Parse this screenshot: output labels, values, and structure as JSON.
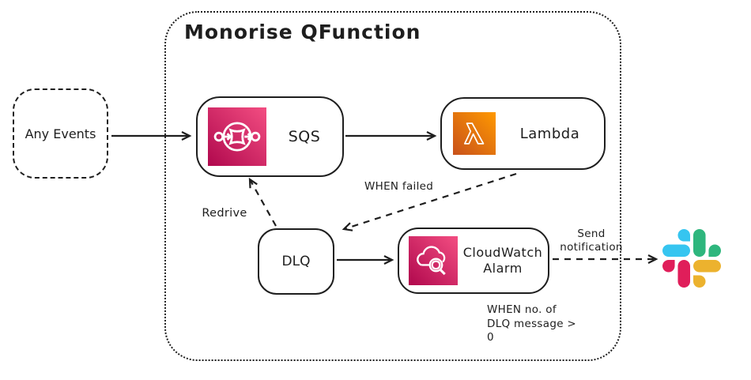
{
  "container": {
    "title": "Monorise QFunction"
  },
  "nodes": {
    "any_events": {
      "label": "Any Events"
    },
    "sqs": {
      "label": "SQS",
      "icon": "aws-sqs-icon"
    },
    "lambda": {
      "label": "Lambda",
      "icon": "aws-lambda-icon"
    },
    "dlq": {
      "label": "DLQ"
    },
    "cloudwatch": {
      "label_line1": "CloudWatch",
      "label_line2": "Alarm",
      "icon": "aws-cloudwatch-alarm-icon"
    },
    "slack": {
      "icon": "slack-logo"
    }
  },
  "labels": {
    "redrive": "Redrive",
    "when_failed": "WHEN failed",
    "send_notification": {
      "line1": "Send",
      "line2": "notification"
    },
    "alarm_condition": {
      "line1": "WHEN no. of",
      "line2": "DLQ message >",
      "line3": "0"
    }
  },
  "edges": [
    {
      "from": "any_events",
      "to": "sqs",
      "style": "solid"
    },
    {
      "from": "sqs",
      "to": "lambda",
      "style": "solid"
    },
    {
      "from": "dlq",
      "to": "sqs",
      "style": "dashed",
      "label": "Redrive"
    },
    {
      "from": "lambda",
      "to": "dlq",
      "style": "dashed",
      "label": "WHEN failed"
    },
    {
      "from": "dlq",
      "to": "cloudwatch",
      "style": "solid"
    },
    {
      "from": "cloudwatch",
      "to": "slack",
      "style": "dashed",
      "label": "Send notification"
    }
  ],
  "colors": {
    "stroke": "#1e1e1e",
    "sqs_gradient_start": "#B0084D",
    "sqs_gradient_end": "#F34E82",
    "lambda_gradient_start": "#C8511B",
    "lambda_gradient_end": "#FF9900",
    "cloudwatch_gradient_start": "#B0084D",
    "cloudwatch_gradient_end": "#F34E82",
    "slack_blue": "#36C5F0",
    "slack_green": "#2EB67D",
    "slack_red": "#E01E5A",
    "slack_yellow": "#ECB22E"
  }
}
